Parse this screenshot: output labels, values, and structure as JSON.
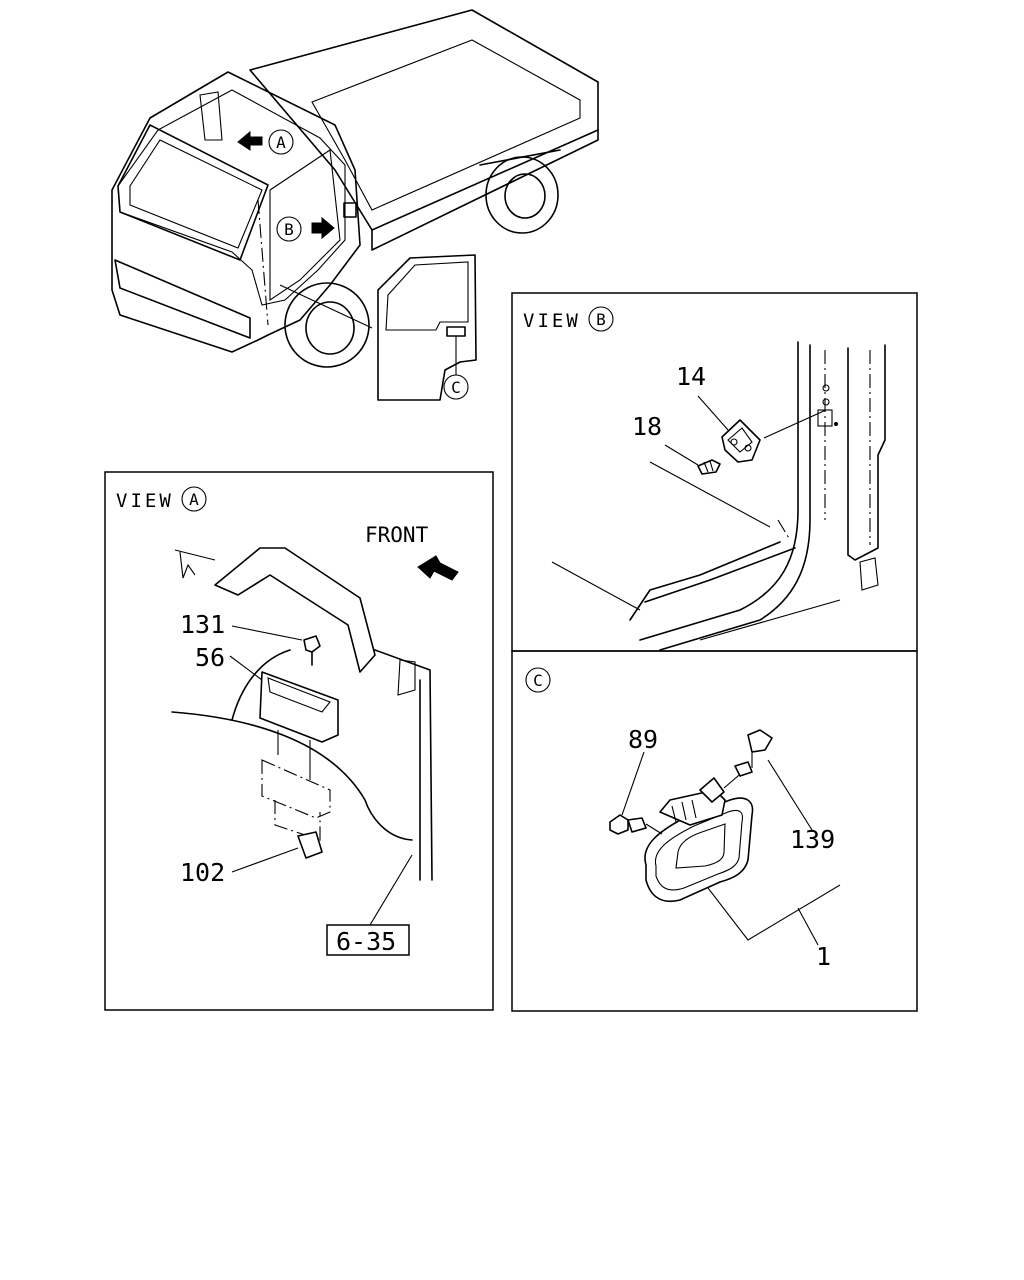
{
  "overview": {
    "marker_a": "A",
    "marker_b": "B",
    "marker_c": "C"
  },
  "view_a": {
    "title_prefix": "VIEW",
    "title_marker": "A",
    "front_label": "FRONT",
    "callouts": {
      "part_131": "131",
      "part_56": "56",
      "part_102": "102",
      "ref_box": "6-35"
    }
  },
  "view_b": {
    "title_prefix": "VIEW",
    "title_marker": "B",
    "callouts": {
      "part_14": "14",
      "part_18": "18"
    }
  },
  "view_c": {
    "title_marker": "C",
    "callouts": {
      "part_89": "89",
      "part_139": "139",
      "part_1": "1"
    }
  }
}
